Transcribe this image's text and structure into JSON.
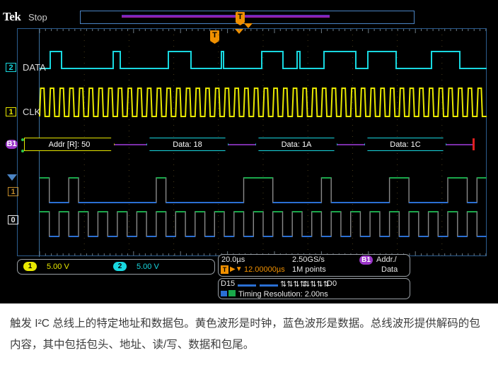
{
  "scope": {
    "brand": "Tek",
    "run_state": "Stop",
    "trigger_marker": "T",
    "channels": [
      {
        "id": "2",
        "label": "DATA",
        "color": "#18d8e0"
      },
      {
        "id": "1",
        "label": "CLK",
        "color": "#e8e800"
      }
    ],
    "bus": {
      "badge": "B1",
      "protocol": "I2C",
      "color": "#b13fe0",
      "packets": [
        {
          "text": "Addr [R]: 50",
          "type": "address",
          "color": "#e8e800"
        },
        {
          "text": "Data: 18",
          "type": "data",
          "color": "#18d8e0"
        },
        {
          "text": "Data: 1A",
          "type": "data",
          "color": "#18d8e0"
        },
        {
          "text": "Data: 1C",
          "type": "data",
          "color": "#18d8e0"
        }
      ],
      "stop_marker_color": "#e02020"
    },
    "digital": [
      {
        "id": "1",
        "label": "1"
      },
      {
        "id": "0",
        "label": "0"
      }
    ],
    "vertical_readouts": [
      {
        "ch": "1",
        "value": "5.00 V",
        "color": "#e8e800"
      },
      {
        "ch": "2",
        "value": "5.00 V",
        "color": "#18d8e0"
      }
    ],
    "horizontal_readout": {
      "timebase": "20.0µs",
      "trigger_icon": "T",
      "trigger_position": "12.00000µs",
      "sample_rate": "2.50GS/s",
      "record_length": "1M points",
      "bus_badge": "B1",
      "bus_label_line1": "Addr./",
      "bus_label_line2": "Data"
    },
    "digital_readout": {
      "high_label": "D15",
      "low_label": "D0",
      "timing_resolution": "Timing Resolution: 2.00ns"
    }
  },
  "caption": {
    "text": "触发 I²C 总线上的特定地址和数据包。黄色波形是时钟，蓝色波形是数据。总线波形提供解码的包内容，其中包括包头、地址、读/写、数据和包尾。"
  }
}
